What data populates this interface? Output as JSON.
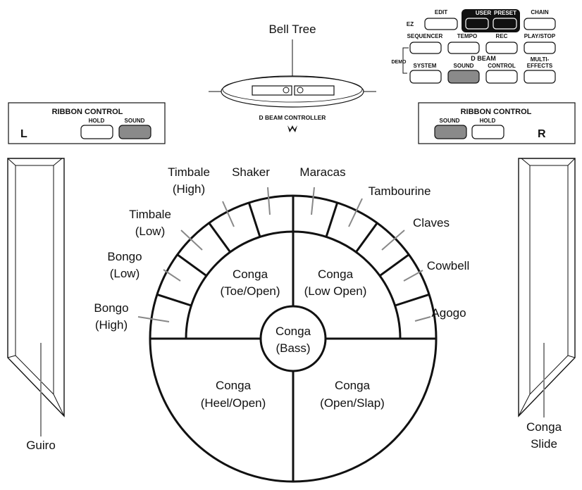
{
  "panel": {
    "buttons": {
      "ez": "EZ",
      "edit": "EDIT",
      "user": "USER",
      "preset": "PRESET",
      "chain": "CHAIN",
      "sequencer": "SEQUENCER",
      "tempo": "TEMPO",
      "rec": "REC",
      "play_stop": "PLAY/STOP",
      "demo": "DEMO",
      "system": "SYSTEM",
      "d_beam": "D BEAM",
      "sound": "SOUND",
      "control": "CONTROL",
      "multi_line1": "MULTI-",
      "multi_line2": "EFFECTS"
    }
  },
  "ribbon_left": {
    "title": "RIBBON CONTROL",
    "side": "L",
    "hold": "HOLD",
    "sound": "SOUND"
  },
  "ribbon_right": {
    "title": "RIBBON CONTROL",
    "side": "R",
    "sound": "SOUND",
    "hold": "HOLD"
  },
  "dbeam": {
    "title": "D BEAM CONTROLLER",
    "label": "Bell Tree"
  },
  "pads": {
    "rim": [
      {
        "line1": "Bongo",
        "line2": "(High)"
      },
      {
        "line1": "Bongo",
        "line2": "(Low)"
      },
      {
        "line1": "Timbale",
        "line2": "(Low)"
      },
      {
        "line1": "Timbale",
        "line2": "(High)"
      },
      {
        "line1": "Shaker",
        "line2": ""
      },
      {
        "line1": "Maracas",
        "line2": ""
      },
      {
        "line1": "Tambourine",
        "line2": ""
      },
      {
        "line1": "Claves",
        "line2": ""
      },
      {
        "line1": "Cowbell",
        "line2": ""
      },
      {
        "line1": "Agogo",
        "line2": ""
      }
    ],
    "toe": {
      "line1": "Conga",
      "line2": "(Toe/Open)"
    },
    "low_open": {
      "line1": "Conga",
      "line2": "(Low Open)"
    },
    "bass": {
      "line1": "Conga",
      "line2": "(Bass)"
    },
    "heel": {
      "line1": "Conga",
      "line2": "(Heel/Open)"
    },
    "slap": {
      "line1": "Conga",
      "line2": "(Open/Slap)"
    }
  },
  "side_pads": {
    "left": {
      "line1": "Guiro",
      "line2": ""
    },
    "right": {
      "line1": "Conga",
      "line2": "Slide"
    }
  }
}
